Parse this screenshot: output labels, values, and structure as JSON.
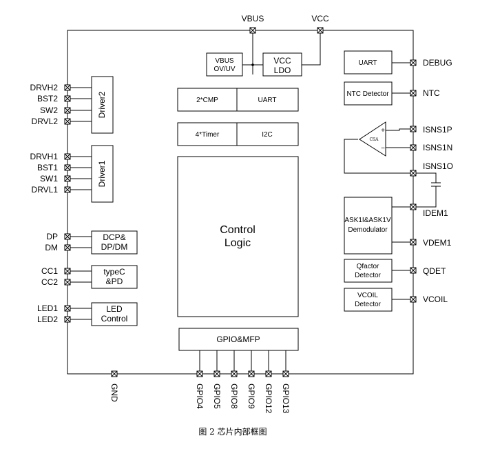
{
  "top_pins": [
    "VBUS",
    "VCC"
  ],
  "left_pins": [
    "DRVH2",
    "BST2",
    "SW2",
    "DRVL2",
    "DRVH1",
    "BST1",
    "SW1",
    "DRVL1",
    "DP",
    "DM",
    "CC1",
    "CC2",
    "LED1",
    "LED2"
  ],
  "right_pins": [
    "DEBUG",
    "NTC",
    "ISNS1P",
    "ISNS1N",
    "ISNS1O",
    "IDEM1",
    "VDEM1",
    "QDET",
    "VCOIL"
  ],
  "bottom_pins": [
    "GND",
    "GPIO4",
    "GPIO5",
    "GPIO8",
    "GPIO9",
    "GPIO12",
    "GPIO13"
  ],
  "blocks": {
    "vbus_ovuv": [
      "VBUS",
      "OV/UV"
    ],
    "vcc_ldo": [
      "VCC",
      "LDO"
    ],
    "cmp": "2*CMP",
    "uart_mid": "UART",
    "timer": "4*Timer",
    "i2c": "I2C",
    "control": [
      "Control",
      "Logic"
    ],
    "gpio_mfp": "GPIO&MFP",
    "driver2": "Driver2",
    "driver1": "Driver1",
    "dcp": [
      "DCP&",
      "DP/DM"
    ],
    "typec": [
      "typeC",
      "&PD"
    ],
    "led": [
      "LED",
      "Control"
    ],
    "uart_right": "UART",
    "ntc_det": "NTC Detector",
    "csa": "CSA",
    "ask": [
      "ASK1I&ASK1V",
      "Demodulator"
    ],
    "qfactor": [
      "Qfactor",
      "Detector"
    ],
    "vcoil": [
      "VCOIL",
      "Detector"
    ]
  },
  "caption": "图 2    芯片内部框图"
}
